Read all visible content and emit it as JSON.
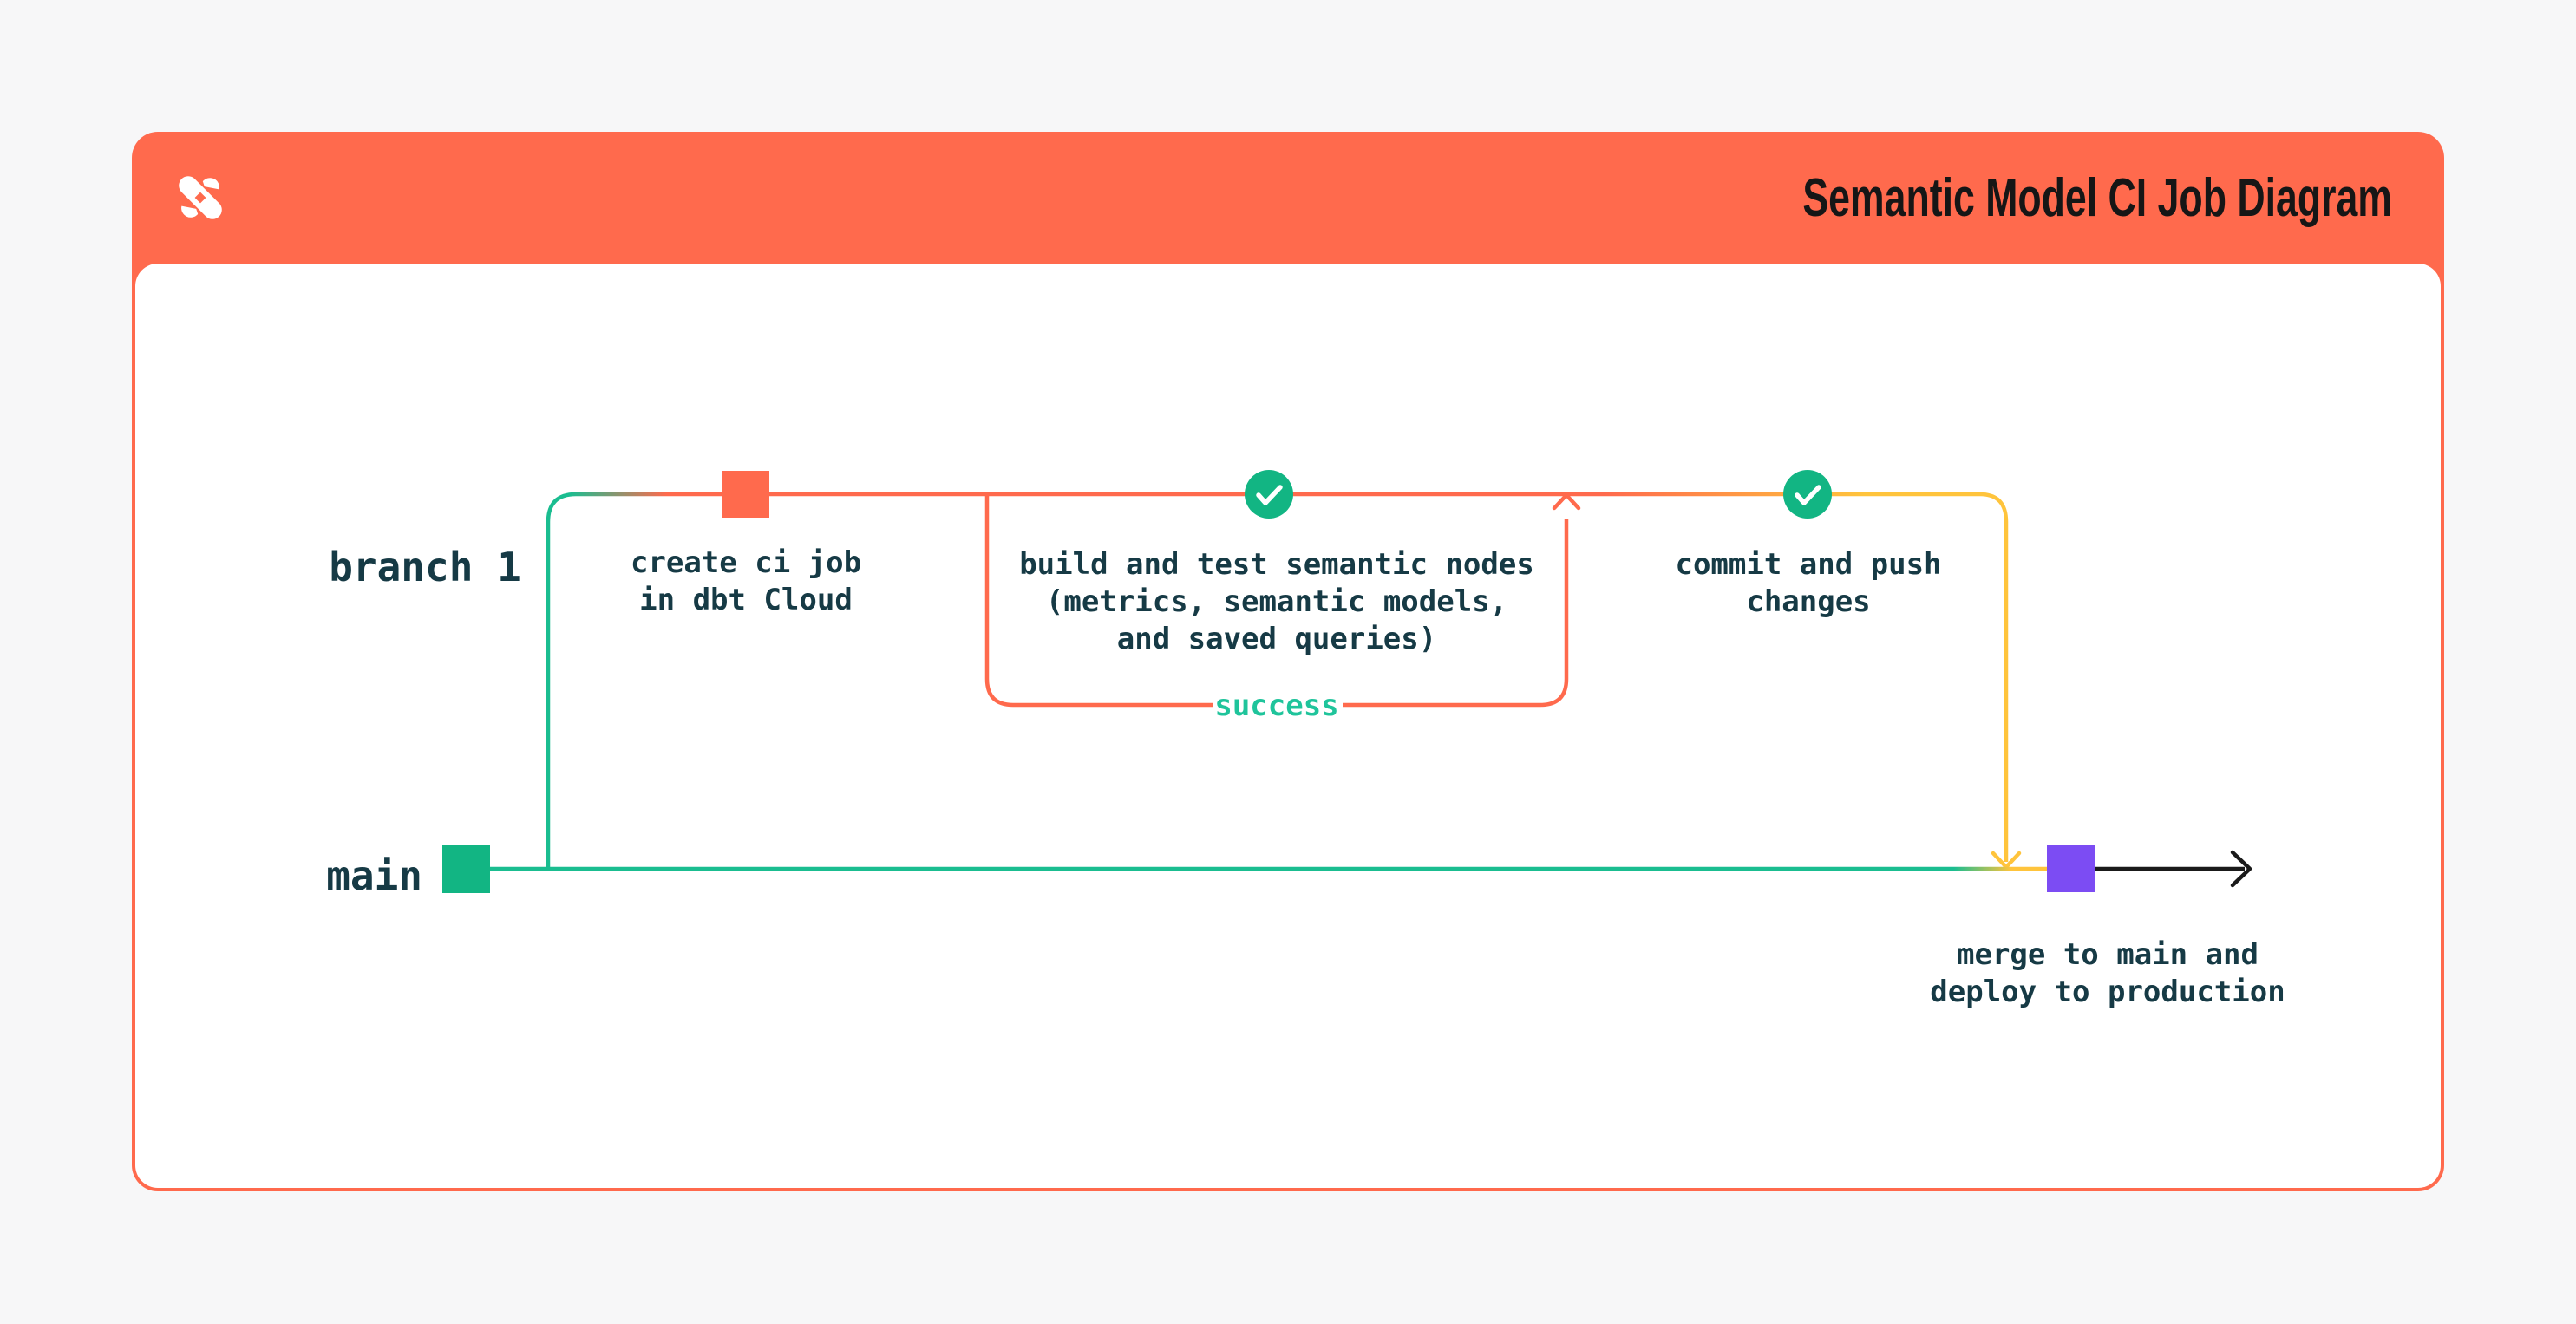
{
  "colors": {
    "header_orange": "#FF6A4D",
    "line_orange": "#FF6A4D",
    "line_teal": "#1ABD90",
    "line_yellow": "#FFC43C",
    "node_orange": "#FF6A4D",
    "node_green": "#12B583",
    "node_purple": "#7C4CF3",
    "check_circle_green": "#12B583",
    "check_mark_white": "#FFFFFF",
    "success_green": "#1FC49B",
    "label_dark_teal": "#163A45",
    "title_dark": "#161616",
    "arrow_black": "#1A1A1A",
    "card_background": "#FFFFFF",
    "page_background": "#F7F7F8"
  },
  "header": {
    "title": "Semantic Model CI Job Diagram",
    "logo": "dbt-logo"
  },
  "diagram": {
    "branch_label": "branch 1",
    "main_label": "main",
    "create_ci_job": {
      "line1": "create ci job",
      "line2": "in dbt Cloud"
    },
    "build_and_test": {
      "line1": "build and test semantic nodes",
      "line2": "(metrics, semantic models,",
      "line3": "and saved queries)"
    },
    "success_label": "success",
    "commit_and_push": {
      "line1": "commit and push",
      "line2": "changes"
    },
    "merge_to_main": {
      "line1": "merge to main and",
      "line2": "deploy to production"
    }
  }
}
